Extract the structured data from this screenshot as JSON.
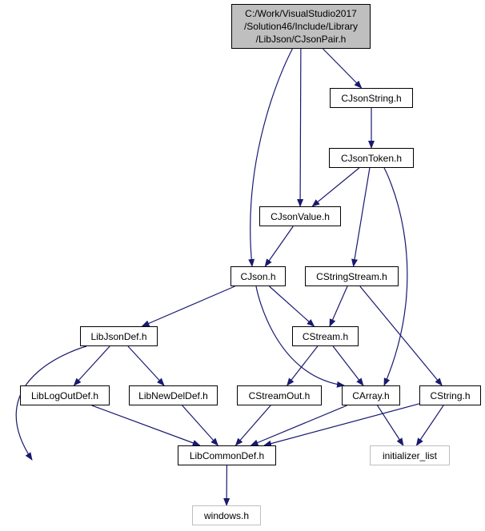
{
  "diagram": {
    "edge_color": "#191970",
    "nodes": {
      "root": {
        "lines": [
          "C:/Work/VisualStudio2017",
          "/Solution46/Include/Library",
          "/LibJson/CJsonPair.h"
        ],
        "style": "root",
        "fill": "#bfbfbf"
      },
      "cjsonstring": {
        "label": "CJsonString.h",
        "style": "file"
      },
      "cjsontoken": {
        "label": "CJsonToken.h",
        "style": "file"
      },
      "cjsonvalue": {
        "label": "CJsonValue.h",
        "style": "file"
      },
      "cjson": {
        "label": "CJson.h",
        "style": "file"
      },
      "cstringstream": {
        "label": "CStringStream.h",
        "style": "file"
      },
      "libjsondef": {
        "label": "LibJsonDef.h",
        "style": "file"
      },
      "cstream": {
        "label": "CStream.h",
        "style": "file"
      },
      "liblogoutdef": {
        "label": "LibLogOutDef.h",
        "style": "file"
      },
      "libnewdeldef": {
        "label": "LibNewDelDef.h",
        "style": "file"
      },
      "cstreamout": {
        "label": "CStreamOut.h",
        "style": "file"
      },
      "carray": {
        "label": "CArray.h",
        "style": "file"
      },
      "cstring": {
        "label": "CString.h",
        "style": "file"
      },
      "libcommondef": {
        "label": "LibCommonDef.h",
        "style": "file"
      },
      "initializer_list": {
        "label": "initializer_list",
        "style": "external"
      },
      "windows": {
        "label": "windows.h",
        "style": "external"
      }
    },
    "edges": [
      [
        "root",
        "cjsonstring"
      ],
      [
        "root",
        "cjsonvalue"
      ],
      [
        "root",
        "cjson"
      ],
      [
        "cjsonstring",
        "cjsontoken"
      ],
      [
        "cjsontoken",
        "cjsonvalue"
      ],
      [
        "cjsontoken",
        "cstringstream"
      ],
      [
        "cjsontoken",
        "carray"
      ],
      [
        "cjsonvalue",
        "cjson"
      ],
      [
        "cjson",
        "libjsondef"
      ],
      [
        "cjson",
        "cstream"
      ],
      [
        "cjson",
        "carray"
      ],
      [
        "cstringstream",
        "cstream"
      ],
      [
        "cstringstream",
        "cstring"
      ],
      [
        "libjsondef",
        "liblogoutdef"
      ],
      [
        "libjsondef",
        "libnewdeldef"
      ],
      [
        "libjsondef",
        "libcommondef"
      ],
      [
        "cstream",
        "cstreamout"
      ],
      [
        "cstream",
        "carray"
      ],
      [
        "liblogoutdef",
        "libcommondef"
      ],
      [
        "libnewdeldef",
        "libcommondef"
      ],
      [
        "cstreamout",
        "libcommondef"
      ],
      [
        "carray",
        "libcommondef"
      ],
      [
        "carray",
        "initializer_list"
      ],
      [
        "cstring",
        "libcommondef"
      ],
      [
        "cstring",
        "initializer_list"
      ],
      [
        "libcommondef",
        "windows"
      ]
    ]
  }
}
